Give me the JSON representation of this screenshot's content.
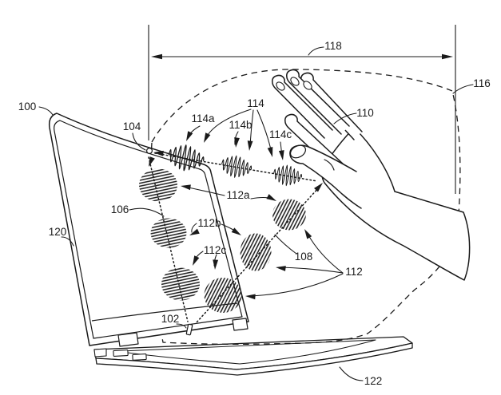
{
  "figure": {
    "kind": "patent-line-drawing",
    "subject": "laptop with acoustic transducers sensing a hand above the keyboard"
  },
  "colors": {
    "line": "#1a1a1a",
    "background": "#ffffff"
  },
  "labels": {
    "100": "100",
    "102": "102",
    "104": "104",
    "106": "106",
    "108": "108",
    "110": "110",
    "112": "112",
    "112a": "112a",
    "112b": "112b",
    "112c": "112c",
    "114": "114",
    "114a": "114a",
    "114b": "114b",
    "114c": "114c",
    "116": "116",
    "118": "118",
    "120": "120",
    "122": "122"
  }
}
